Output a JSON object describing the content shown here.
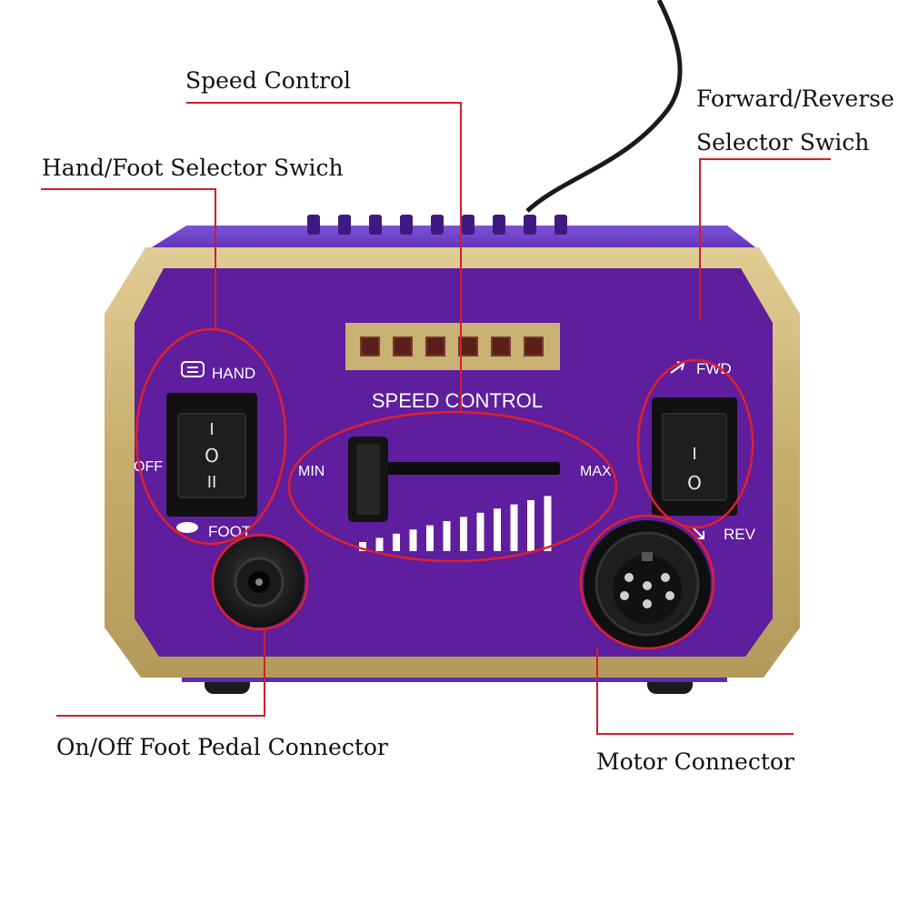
{
  "callouts": {
    "speed_control": "Speed Control",
    "forward_reverse_line1": "Forward/Reverse",
    "forward_reverse_line2": "Selector Swich",
    "hand_foot": "Hand/Foot Selector Swich",
    "foot_pedal": "On/Off Foot Pedal Connector",
    "motor": "Motor Connector"
  },
  "panel": {
    "speed_control": "SPEED CONTROL",
    "hand": "HAND",
    "off": "OFF",
    "foot": "FOOT",
    "fwd": "FWD",
    "rev": "REV",
    "min": "MIN",
    "max": "MAX"
  },
  "switches": {
    "hand_foot_marks": [
      "I",
      "O",
      "II"
    ],
    "fwd_rev_marks": [
      "I",
      "O"
    ]
  },
  "indicator_count": 6,
  "speed_bars": 12,
  "colors": {
    "panel": "#5e1e9e",
    "housing": "#6f3fc8",
    "trim": "#c9b173",
    "callout_line": "#d21f2a",
    "highlight_ellipse": "#e0202a"
  }
}
